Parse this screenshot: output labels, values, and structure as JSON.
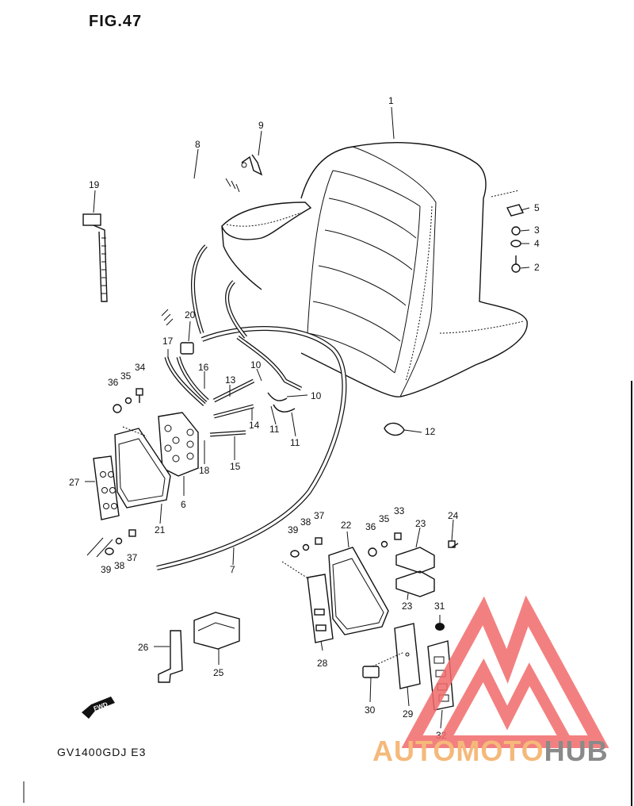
{
  "figure": {
    "title": "FIG.47",
    "model_code": "GV1400GDJ E3"
  },
  "watermark": {
    "part1": "AUTOMOTO",
    "part2": "HUB",
    "color_accent": "#f26b6b",
    "color_text": "#f5b97a",
    "color_grey": "#8a8a8a"
  },
  "direction_tag": "FWD",
  "callouts": [
    "1",
    "2",
    "3",
    "4",
    "5",
    "6",
    "7",
    "8",
    "9",
    "10",
    "10",
    "11",
    "11",
    "12",
    "13",
    "14",
    "15",
    "16",
    "17",
    "18",
    "19",
    "20",
    "21",
    "22",
    "23",
    "23",
    "24",
    "25",
    "26",
    "27",
    "28",
    "29",
    "30",
    "31",
    "32",
    "33",
    "34",
    "35",
    "35",
    "36",
    "36",
    "37",
    "37",
    "38",
    "38",
    "39",
    "39"
  ]
}
